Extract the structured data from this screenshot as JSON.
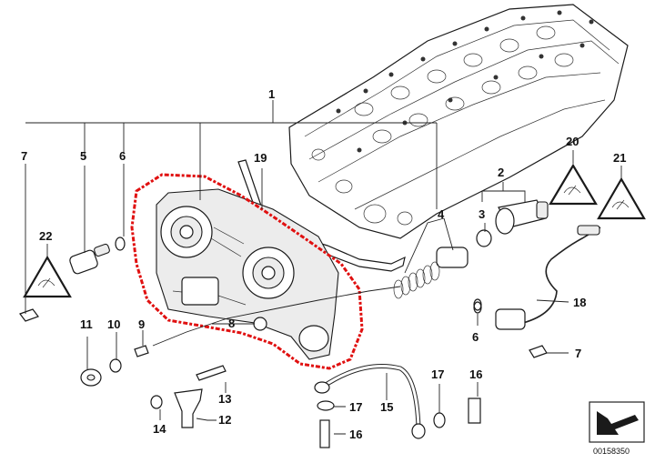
{
  "diagram": {
    "callouts": {
      "c1": "1",
      "c2": "2",
      "c3": "3",
      "c4": "4",
      "c5": "5",
      "c6a": "6",
      "c6b": "6",
      "c7a": "7",
      "c7b": "7",
      "c8": "8",
      "c9": "9",
      "c10": "10",
      "c11": "11",
      "c12": "12",
      "c13": "13",
      "c14": "14",
      "c15": "15",
      "c16a": "16",
      "c16b": "16",
      "c17a": "17",
      "c17b": "17",
      "c18": "18",
      "c19": "19",
      "c20": "20",
      "c21": "21",
      "c22": "22"
    },
    "reference_number": "00158350",
    "highlight_color": "#e01010"
  }
}
